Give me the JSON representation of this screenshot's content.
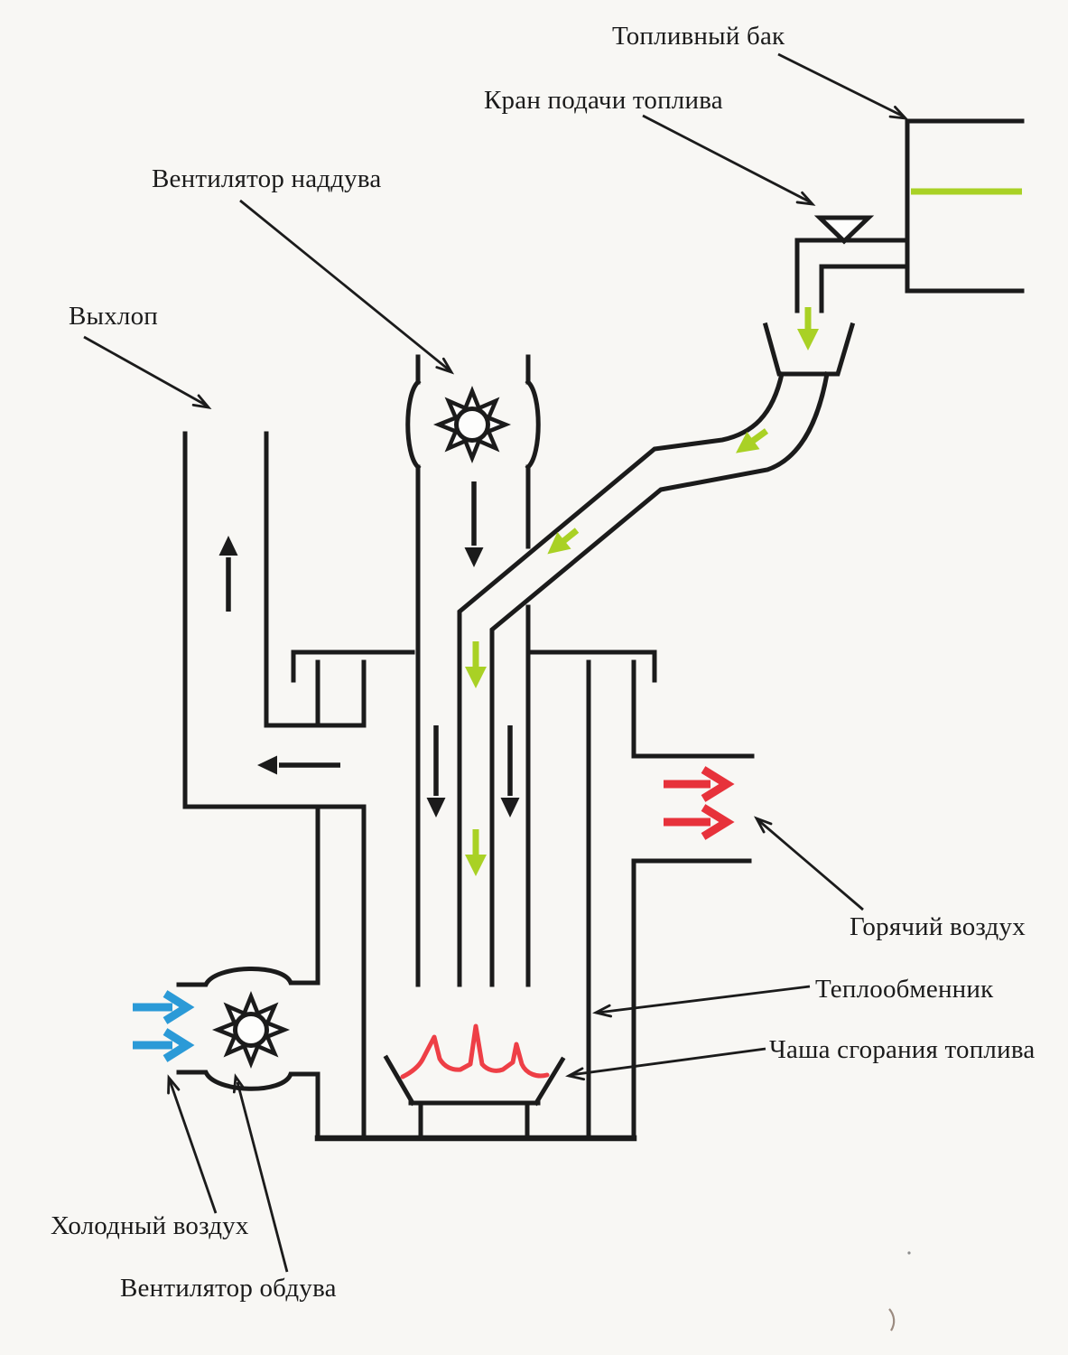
{
  "colors": {
    "ink": "#1b1b1b",
    "fuel_green": "#a9d125",
    "hot_red": "#e7323b",
    "flame_red": "#ee3f46",
    "cold_blue": "#2b9ad7",
    "paper": "#f8f7f4"
  },
  "labels": {
    "fuel_tank": "Топливный бак",
    "fuel_valve": "Кран подачи топлива",
    "boost_fan": "Вентилятор наддува",
    "exhaust": "Выхлоп",
    "hot_air": "Горячий воздух",
    "heat_exchanger": "Теплообменник",
    "combustion_bowl": "Чаша сгорания топлива",
    "cold_air": "Холодный воздух",
    "blower_fan": "Вентилятор обдува"
  }
}
